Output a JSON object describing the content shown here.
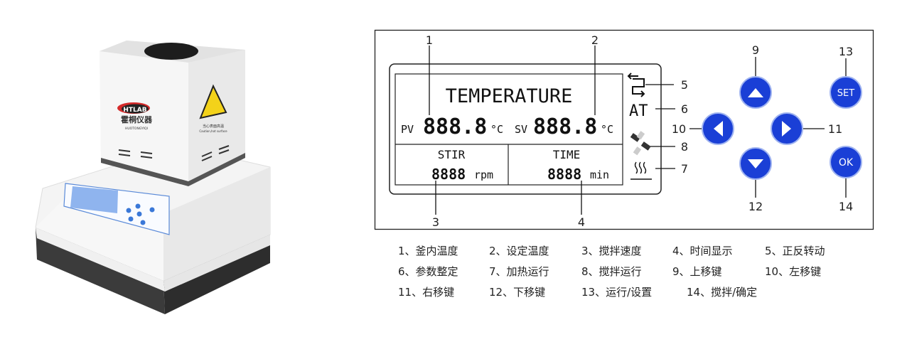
{
  "product": {
    "brand_logo": "HTLAB",
    "brand_cn": "霍桐仪器",
    "brand_pinyin": "HUOTONGYIQI",
    "warning_cn": "当心表面高温",
    "warning_en": "Caution,hot surface"
  },
  "lcd": {
    "title": "TEMPERATURE",
    "pv_label": "PV",
    "pv_value": "888.8",
    "sv_label": "SV",
    "sv_value": "888.8",
    "temp_unit": "°C",
    "stir_label": "STIR",
    "stir_value": "8888",
    "stir_unit": "rpm",
    "time_label": "TIME",
    "time_value": "8888",
    "time_unit": "min",
    "at_label": "AT"
  },
  "buttons": {
    "set": "SET",
    "ok": "OK"
  },
  "callouts": [
    "1",
    "2",
    "3",
    "4",
    "5",
    "6",
    "7",
    "8",
    "9",
    "10",
    "11",
    "12",
    "13",
    "14"
  ],
  "legend": [
    [
      "1、釜内温度",
      "2、设定温度",
      "3、搅拌速度",
      "4、时间显示",
      "5、正反转动"
    ],
    [
      "6、参数整定",
      "7、加热运行",
      "8、搅拌运行",
      "9、上移键",
      "10、左移键"
    ],
    [
      "11、右移键",
      "12、下移键",
      "13、运行/设置",
      "14、搅拌/确定"
    ]
  ],
  "colors": {
    "button_blue": "#1a3fd6",
    "lcd_blue": "#8fb4ee"
  }
}
